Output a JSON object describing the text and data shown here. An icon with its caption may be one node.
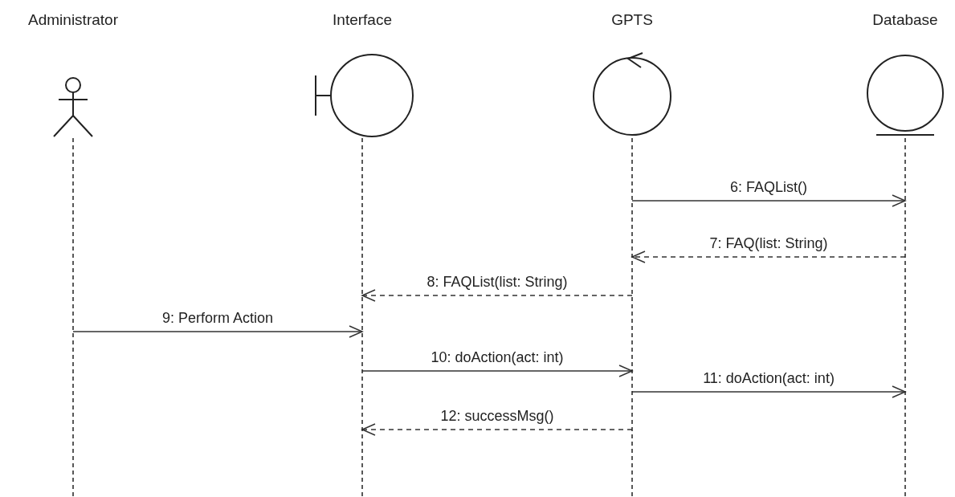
{
  "diagram": {
    "nodes": [
      {
        "text": [
          "Administrator"
        ]
      },
      {
        "text": [
          "Interface"
        ]
      },
      {
        "text": [
          "GPTS"
        ]
      },
      {
        "text": [
          "Database"
        ]
      }
    ],
    "edges": [
      {
        "from": 2,
        "to": 3,
        "arrow": "to",
        "label": "6: FAQList()"
      },
      {
        "from": 3,
        "to": 2,
        "arrow": "to",
        "label": "7: FAQ(list: String)",
        "style": "dashed"
      },
      {
        "from": 2,
        "to": 1,
        "arrow": "to",
        "label": "8: FAQList(list: String)",
        "style": "dashed"
      },
      {
        "from": 0,
        "to": 1,
        "arrow": "to",
        "label": "9: Perform Action"
      },
      {
        "from": 1,
        "to": 2,
        "arrow": "to",
        "label": "10: doAction(act: int)"
      },
      {
        "from": 2,
        "to": 3,
        "arrow": "to",
        "label": "11: doAction(act: int)"
      },
      {
        "from": 2,
        "to": 1,
        "arrow": "to",
        "label": "12: successMsg()",
        "style": "dashed"
      }
    ]
  }
}
